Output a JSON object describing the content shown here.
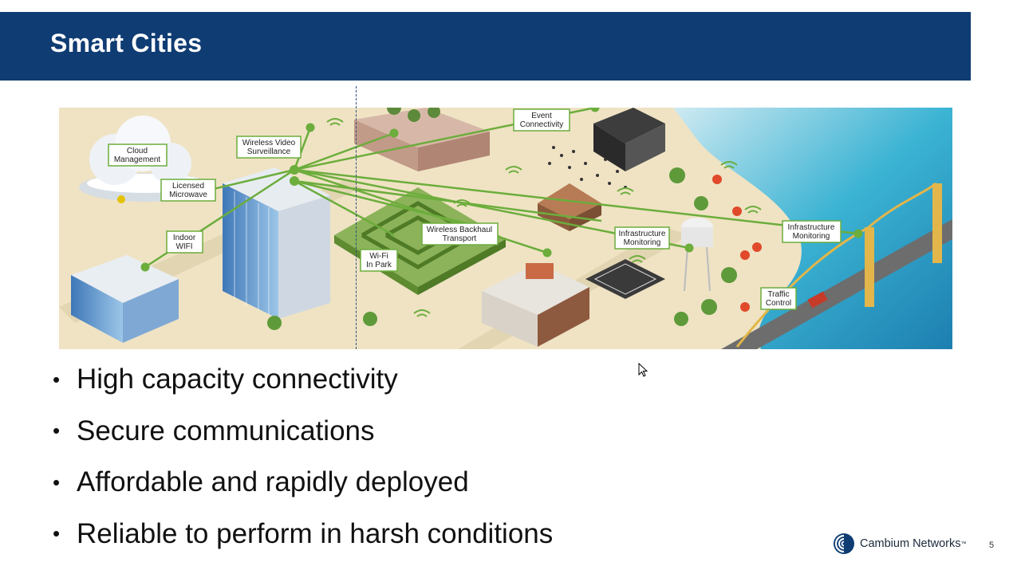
{
  "slide": {
    "title": "Smart Cities",
    "page_number": "5"
  },
  "infographic": {
    "labels": [
      {
        "id": "cloud",
        "lines": [
          "Cloud",
          "Management"
        ]
      },
      {
        "id": "licensed",
        "lines": [
          "Licensed",
          "Microwave"
        ]
      },
      {
        "id": "indoor",
        "lines": [
          "Indoor",
          "WIFI"
        ]
      },
      {
        "id": "video",
        "lines": [
          "Wireless Video",
          "Surveillance"
        ]
      },
      {
        "id": "event",
        "lines": [
          "Event",
          "Connectivity"
        ]
      },
      {
        "id": "backhaul",
        "lines": [
          "Wireless Backhaul",
          "Transport"
        ]
      },
      {
        "id": "wifipark",
        "lines": [
          "Wi-Fi",
          "In Park"
        ]
      },
      {
        "id": "infra1",
        "lines": [
          "Infrastructure",
          "Monitoring"
        ]
      },
      {
        "id": "infra2",
        "lines": [
          "Infrastructure",
          "Monitoring"
        ]
      },
      {
        "id": "traffic",
        "lines": [
          "Traffic",
          "Control"
        ]
      }
    ],
    "colors": {
      "ground": "#efe3c4",
      "water": "#2aa6c9",
      "hedge": "#6f9a3c",
      "link": "#6cad3c",
      "label_border": "#6cad3c"
    }
  },
  "bullets": [
    "High capacity connectivity",
    "Secure communications",
    "Affordable and rapidly deployed",
    "Reliable to perform in harsh conditions"
  ],
  "footer": {
    "brand": "Cambium Networks",
    "trademark": "™",
    "logo_icon": "cambium-logo-icon"
  },
  "colors": {
    "title_bar": "#0f3c73",
    "title_text": "#ffffff"
  }
}
